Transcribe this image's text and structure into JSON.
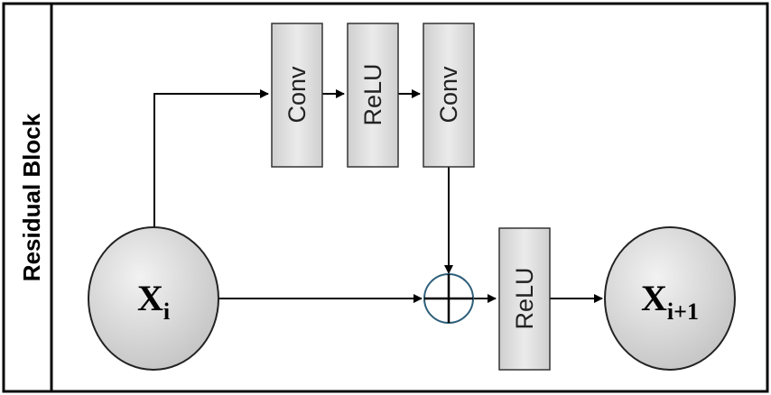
{
  "block": {
    "label": "Residual Block"
  },
  "boxes": {
    "conv1": "Conv",
    "relu1": "ReLU",
    "conv2": "Conv",
    "relu2": "ReLU"
  },
  "nodes": {
    "input": {
      "main": "X",
      "sub": "i"
    },
    "output": {
      "main": "X",
      "sub": "i+1"
    }
  },
  "colors": {
    "frame": "#0a0a0a",
    "box_fill": "#d9d9d9",
    "node_fill": "#d6d6d6",
    "arrow": "#000000",
    "sum_circle": "#2f5f7a"
  }
}
